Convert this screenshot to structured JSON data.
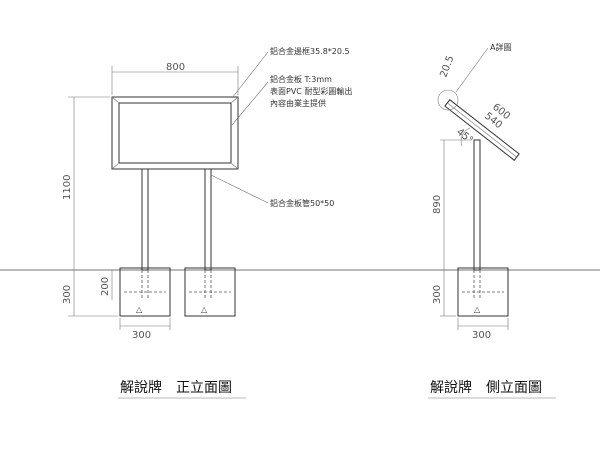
{
  "front_view": {
    "title": "解說牌　正立面圖",
    "dims": {
      "width": "800",
      "height": "1100",
      "footing_depth": "300",
      "footing_width": "300",
      "embed": "200"
    },
    "notes": {
      "frame": "鋁合金邊框35.8*20.5",
      "panel_line1": "鋁合金板 T:3mm",
      "panel_line2": "表面PVC 耐型彩圖輸出",
      "panel_line3": "內容由業主提供",
      "post": "鋁合金板管50*50"
    }
  },
  "side_view": {
    "title": "解說牌　側立面圖",
    "detail_label": "A詳圖",
    "dims": {
      "frame": "20.5",
      "board_outer": "600",
      "board_inner": "540",
      "angle": "45°",
      "post_height": "890",
      "footing_depth": "300",
      "footing_width": "300"
    }
  }
}
